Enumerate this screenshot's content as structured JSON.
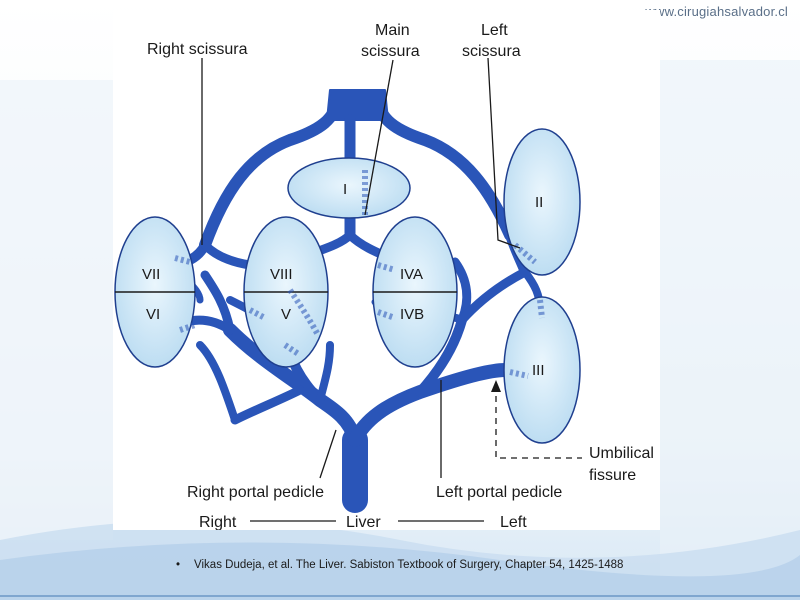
{
  "site_url": "www.cirugiahsalvador.cl",
  "diagram": {
    "labels": {
      "right_scissura": "Right scissura",
      "main_scissura_line1": "Main",
      "main_scissura_line2": "scissura",
      "left_scissura_line1": "Left",
      "left_scissura_line2": "scissura",
      "umbilical_line1": "Umbilical",
      "umbilical_line2": "fissure",
      "right_portal_pedicle": "Right portal pedicle",
      "left_portal_pedicle": "Left portal pedicle"
    },
    "segments": {
      "I": "I",
      "II": "II",
      "III": "III",
      "IVA": "IVA",
      "IVB": "IVB",
      "V": "V",
      "VI": "VI",
      "VII": "VII",
      "VIII": "VIII"
    },
    "axis": {
      "right": "Right",
      "center": "Liver",
      "left": "Left"
    }
  },
  "citation": {
    "bullet": "•",
    "text": "Vikas Dudeja, et al. The Liver. Sabiston Textbook of Surgery, Chapter 54, 1425-1488"
  },
  "colors": {
    "vessel": "#2a55b8",
    "vessel_dark": "#16357f",
    "segment_fill": "#cfe6f5",
    "segment_stroke": "#1f3f8f"
  }
}
